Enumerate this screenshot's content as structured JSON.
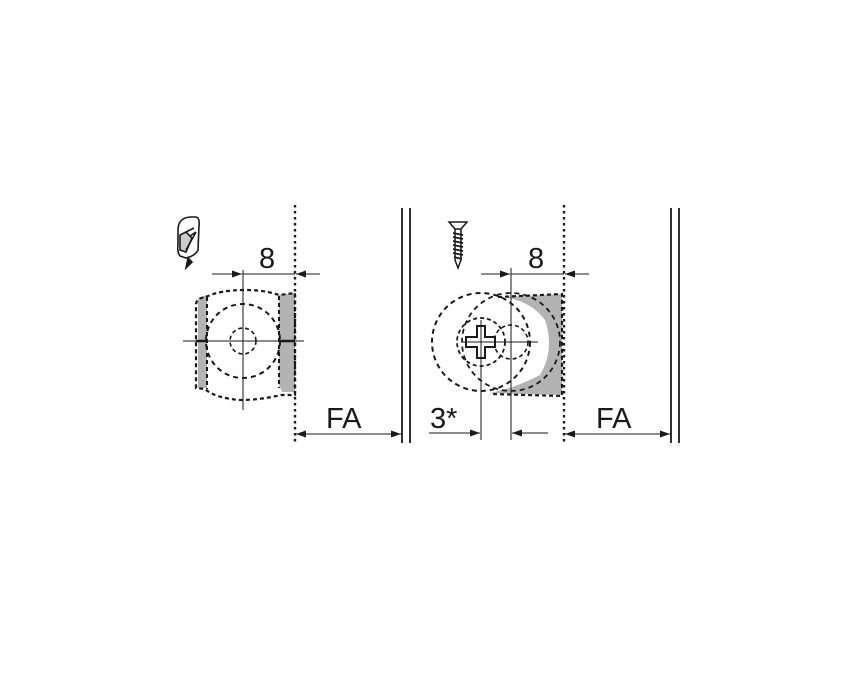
{
  "diagram": {
    "type": "technical-drawing",
    "colors": {
      "line": "#1a1a1a",
      "fill": "#b3b3b3",
      "background": "#ffffff"
    },
    "left_view": {
      "fastener_icon": "push-in-dowel-icon",
      "dimension_top": "8",
      "dimension_bottom": "FA"
    },
    "right_view": {
      "fastener_icon": "screw-icon",
      "dimension_top": "8",
      "dimension_offset": "3*",
      "dimension_bottom": "FA"
    }
  }
}
